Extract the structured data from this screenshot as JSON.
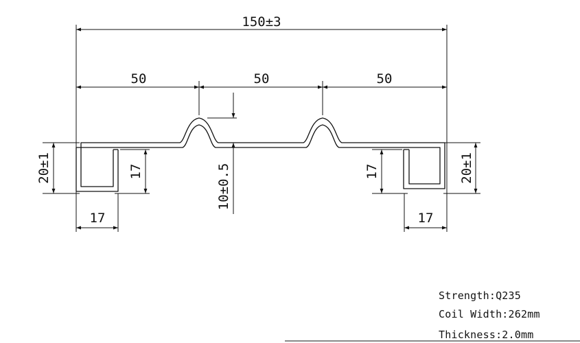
{
  "dimensions": {
    "overall_width": "150±3",
    "segment_left": "50",
    "segment_middle": "50",
    "segment_right": "50",
    "height_left": "20±1",
    "height_right": "20±1",
    "lip_left": "17",
    "lip_right": "17",
    "flange_left": "17",
    "flange_right": "17",
    "rib_depth": "10±0.5"
  },
  "specs": {
    "strength": "Strength:Q235",
    "coil_width": "Coil Width:262mm",
    "thickness": "Thickness:2.0mm"
  },
  "colors": {
    "line": "#111111",
    "background": "#ffffff"
  }
}
